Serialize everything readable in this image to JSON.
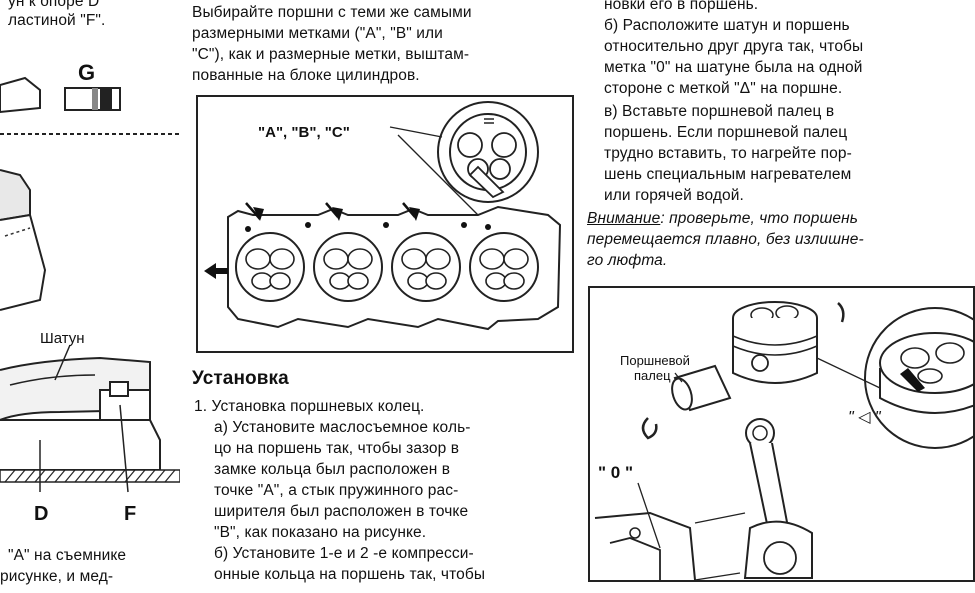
{
  "left_column": {
    "top_lines": [
      "ун к опоре D",
      "ластиной \"F\"."
    ],
    "label_g": "G",
    "label_shatun": "Шатун",
    "label_d": "D",
    "label_f": "F",
    "bottom_lines": [
      "\"А\" на съемнике",
      "рисунке, и мед-"
    ]
  },
  "middle_column": {
    "intro_lines": [
      "Выбирайте поршни с теми же самыми",
      "размерными метками (\"А\", \"В\" или",
      "\"С\"), как и размерные метки, выштам-",
      "пованные на блоке цилиндров."
    ],
    "figure_label": "\"А\", \"В\", \"С\"",
    "heading": "Установка",
    "item1": "1. Установка поршневых колец.",
    "para_a": [
      "а) Установите маслосъемное коль-",
      "цо на поршень так, чтобы зазор в",
      "замке кольца был расположен в",
      "точке \"А\", а стык пружинного рас-",
      "ширителя был расположен в точке",
      "\"В\", как показано на рисунке."
    ],
    "para_b": [
      "б) Установите 1-е и 2 -е компресси-",
      "онные кольца на поршень так, чтобы"
    ]
  },
  "right_column": {
    "top_line": "новки его в поршень.",
    "para_b": [
      "б) Расположите шатун и поршень",
      "относительно друг друга так, чтобы",
      "метка \"0\" на шатуне была на одной",
      "стороне с меткой \"Δ\" на поршне."
    ],
    "para_v": [
      "в) Вставьте поршневой палец в",
      "поршень. Если поршневой палец",
      "трудно вставить, то нагрейте пор-",
      "шень специальным нагревателем",
      "или горячей водой."
    ],
    "attention_word": "Внимание",
    "attention_rest": ": проверьте, что поршень",
    "attention_lines": [
      "перемещается плавно, без излишне-",
      "го люфта."
    ],
    "fig_pin_label_1": "Поршневой",
    "fig_pin_label_2": "палец",
    "fig_mark_zero": "\" 0 \"",
    "fig_mark_delta": "\" ◁ \""
  }
}
